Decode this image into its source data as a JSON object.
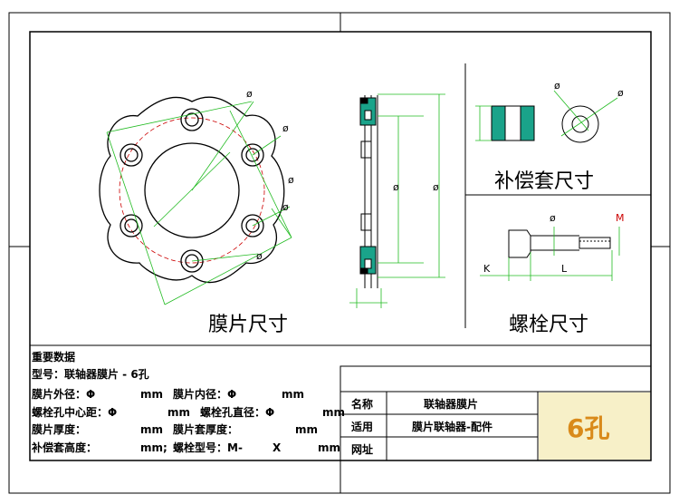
{
  "views": {
    "diaphragm_label": "膜片尺寸",
    "sleeve_label": "补偿套尺寸",
    "bolt_label": "螺栓尺寸"
  },
  "dimensions": {
    "dia": "ø",
    "bolt_k": "K",
    "bolt_l": "L",
    "bolt_m": "M"
  },
  "specs": {
    "heading": "重要数据",
    "model": "型号：联轴器膜片 - 6孔",
    "row1_a": "膜片外径：Φ",
    "row1_b": "mm",
    "row1_c": "膜片内径：Φ",
    "row1_d": "mm",
    "row2_a": "螺栓孔中心距：Φ",
    "row2_b": "mm",
    "row2_c": "螺栓孔直径：Φ",
    "row2_d": "mm",
    "row3_a": "膜片厚度：",
    "row3_b": "mm",
    "row3_c": "膜片套厚度：",
    "row3_d": "mm",
    "row4_a": "补偿套高度：",
    "row4_b": "mm;",
    "row4_c": "螺栓型号：M-",
    "row4_d": "X",
    "row4_e": "mm"
  },
  "title_block": {
    "name_label": "名称",
    "name_value": "联轴器膜片",
    "use_label": "适用",
    "use_value": "膜片联轴器-配件",
    "url_label": "网址",
    "url_value": "",
    "holes": "6孔"
  },
  "colors": {
    "dimension_green": "#22bb22",
    "section_teal": "#1aa38a",
    "holes_badge_bg": "#f7f0c8",
    "holes_badge_text": "#d98a1a"
  }
}
